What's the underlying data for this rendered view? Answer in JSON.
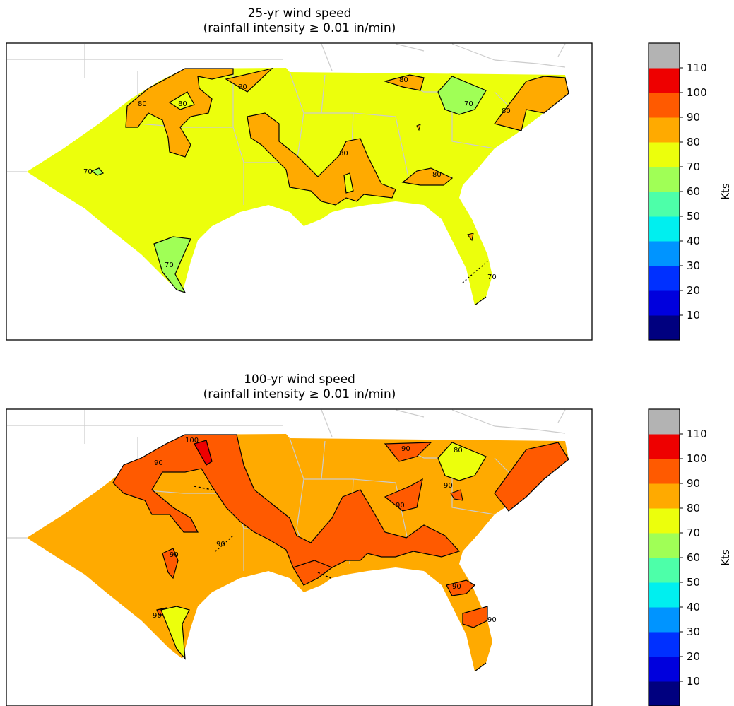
{
  "panels": [
    {
      "id": "p25",
      "title_line1": "25-yr wind speed",
      "title_line2": "(rainfall intensity ≥  0.01 in/min)",
      "background_class": "70-80",
      "contour_labels": [
        "80",
        "80",
        "80",
        "80",
        "70",
        "80",
        "80",
        "80",
        "70",
        "70",
        "70"
      ]
    },
    {
      "id": "p100",
      "title_line1": "100-yr wind speed",
      "title_line2": "(rainfall intensity ≥  0.01 in/min)",
      "background_class": "80-90",
      "contour_labels": [
        "100",
        "90",
        "90",
        "80",
        "90",
        "90",
        "90",
        "90",
        "90",
        "90",
        "90"
      ]
    }
  ],
  "colorbar": {
    "label": "Kts",
    "ticks": [
      "10",
      "20",
      "30",
      "40",
      "50",
      "60",
      "70",
      "80",
      "90",
      "100",
      "110"
    ],
    "bins": [
      {
        "range": "0-10",
        "color": "#00007f"
      },
      {
        "range": "10-20",
        "color": "#0000dd"
      },
      {
        "range": "20-30",
        "color": "#0030ff"
      },
      {
        "range": "30-40",
        "color": "#0094ff"
      },
      {
        "range": "40-50",
        "color": "#00efef"
      },
      {
        "range": "50-60",
        "color": "#4dffa9"
      },
      {
        "range": "60-70",
        "color": "#a0ff56"
      },
      {
        "range": "70-80",
        "color": "#ecff0c"
      },
      {
        "range": "80-90",
        "color": "#ffaa00"
      },
      {
        "range": "90-100",
        "color": "#ff5a00"
      },
      {
        "range": "100-110",
        "color": "#ee0000"
      },
      {
        "range": ">110",
        "color": "#b3b3b3"
      }
    ]
  }
}
